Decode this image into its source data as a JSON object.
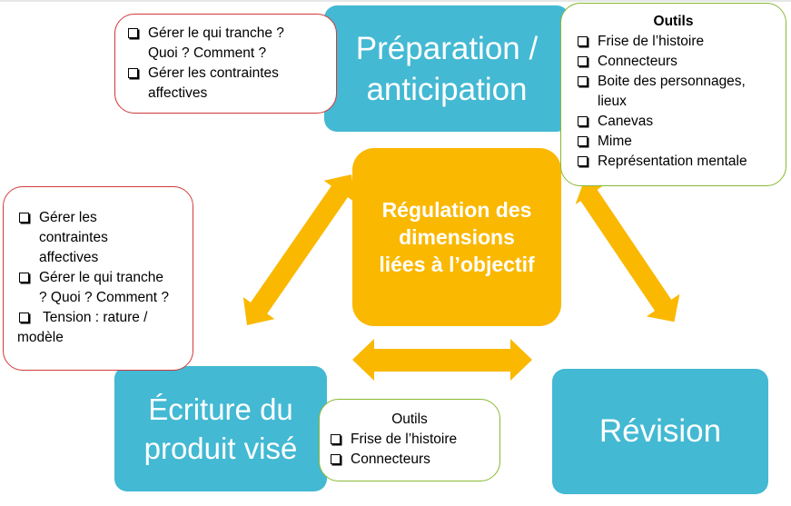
{
  "colors": {
    "phase_box": "#43b9d3",
    "center_box": "#fab800",
    "arrow": "#fab800",
    "constraint_border": "#d03a3a",
    "tools_border": "#8ab833"
  },
  "phases": {
    "preparation": {
      "line1": "Préparation /",
      "line2": "anticipation"
    },
    "ecriture": {
      "line1": "Écriture du",
      "line2": "produit visé"
    },
    "revision": {
      "label": "Révision"
    }
  },
  "center": {
    "line1": "Régulation des",
    "line2": "dimensions",
    "line3": "liées à l’objectif"
  },
  "notes": {
    "top_left": {
      "items": [
        {
          "line1": "Gérer le qui tranche ?",
          "line2": "Quoi ? Comment ?"
        },
        {
          "line1": "Gérer les contraintes",
          "line2": "affectives"
        }
      ]
    },
    "left": {
      "items": [
        {
          "line1": "Gérer les",
          "line2": "contraintes",
          "line3": "affectives"
        },
        {
          "line1": "Gérer le qui tranche",
          "line2": "? Quoi ? Comment ?"
        },
        {
          "line1": " Tension : rature /",
          "line2": "modèle"
        }
      ]
    },
    "top_right_tools": {
      "title": "Outils",
      "items": [
        {
          "line1": "Frise de l’histoire"
        },
        {
          "line1": "Connecteurs"
        },
        {
          "line1": "Boite des personnages,",
          "line2": "lieux"
        },
        {
          "line1": "Canevas"
        },
        {
          "line1": "Mime"
        },
        {
          "line1": "Représentation mentale"
        }
      ]
    },
    "bottom_tools": {
      "title": "Outils",
      "items": [
        {
          "line1": "Frise de l’histoire"
        },
        {
          "line1": "Connecteurs"
        }
      ]
    }
  },
  "icons": {
    "checkbox": "checkbox-icon",
    "arrow": "double-arrow-icon"
  }
}
